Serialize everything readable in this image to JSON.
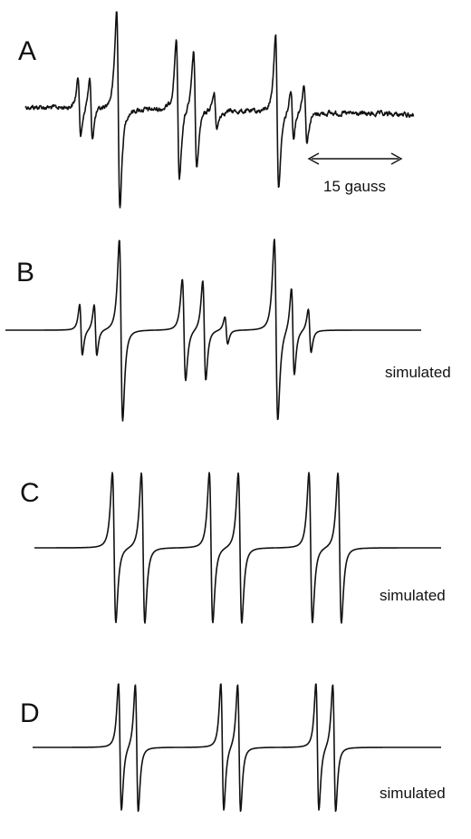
{
  "chart_data": [
    {
      "type": "line",
      "panel": "A",
      "label": "",
      "trace": "experimental",
      "noise": true,
      "groups": [
        {
          "lines": [
            {
              "offset": -7.7,
              "amp": 0.3,
              "w": 0.42
            },
            {
              "offset": -5.7,
              "amp": 0.3,
              "w": 0.42
            },
            {
              "offset": -1.0,
              "amp": 1.0,
              "w": 0.5
            }
          ]
        },
        {
          "lines": [
            {
              "offset": -6.2,
              "amp": 0.72,
              "w": 0.48
            },
            {
              "offset": -3.2,
              "amp": 0.6,
              "w": 0.48
            },
            {
              "offset": 0.3,
              "amp": 0.18,
              "w": 0.45
            }
          ]
        },
        {
          "lines": [
            {
              "offset": -3.6,
              "amp": 0.8,
              "w": 0.48
            },
            {
              "offset": -1.0,
              "amp": 0.25,
              "w": 0.4
            },
            {
              "offset": 1.3,
              "amp": 0.3,
              "w": 0.45
            }
          ]
        }
      ],
      "annotation": {
        "text": "15 gauss",
        "span_gauss": 15
      }
    },
    {
      "type": "line",
      "panel": "B",
      "label": "simulated",
      "noise": false,
      "groups": [
        {
          "lines": [
            {
              "offset": -7.9,
              "amp": 0.28,
              "w": 0.4
            },
            {
              "offset": -5.4,
              "amp": 0.28,
              "w": 0.4
            },
            {
              "offset": -1.0,
              "amp": 1.0,
              "w": 0.5
            }
          ]
        },
        {
          "lines": [
            {
              "offset": -6.7,
              "amp": 0.56,
              "w": 0.5
            },
            {
              "offset": -3.2,
              "amp": 0.55,
              "w": 0.46
            },
            {
              "offset": 0.6,
              "amp": 0.15,
              "w": 0.42
            }
          ]
        },
        {
          "lines": [
            {
              "offset": -5.5,
              "amp": 1.0,
              "w": 0.52
            },
            {
              "offset": -2.6,
              "amp": 0.48,
              "w": 0.44
            },
            {
              "offset": 0.3,
              "amp": 0.24,
              "w": 0.42
            }
          ]
        }
      ]
    },
    {
      "type": "line",
      "panel": "C",
      "label": "simulated",
      "noise": false,
      "groups": [
        {
          "lines": [
            {
              "offset": -5.0,
              "amp": 0.9,
              "w": 0.52
            },
            {
              "offset": 0.0,
              "amp": 0.9,
              "w": 0.52
            }
          ]
        },
        {
          "lines": [
            {
              "offset": -5.0,
              "amp": 0.9,
              "w": 0.52
            },
            {
              "offset": 0.0,
              "amp": 0.9,
              "w": 0.52
            }
          ]
        },
        {
          "lines": [
            {
              "offset": -5.0,
              "amp": 0.9,
              "w": 0.52
            },
            {
              "offset": 0.0,
              "amp": 0.9,
              "w": 0.52
            }
          ]
        }
      ]
    },
    {
      "type": "line",
      "panel": "D",
      "label": "simulated",
      "noise": false,
      "groups": [
        {
          "lines": [
            {
              "offset": -2.9,
              "amp": 0.9,
              "w": 0.45
            },
            {
              "offset": 0.0,
              "amp": 0.9,
              "w": 0.45
            }
          ]
        },
        {
          "lines": [
            {
              "offset": -2.9,
              "amp": 0.9,
              "w": 0.45
            },
            {
              "offset": 0.0,
              "amp": 0.9,
              "w": 0.45
            }
          ]
        },
        {
          "lines": [
            {
              "offset": -2.9,
              "amp": 0.9,
              "w": 0.45
            },
            {
              "offset": 0.0,
              "amp": 0.9,
              "w": 0.45
            }
          ]
        }
      ]
    }
  ]
}
